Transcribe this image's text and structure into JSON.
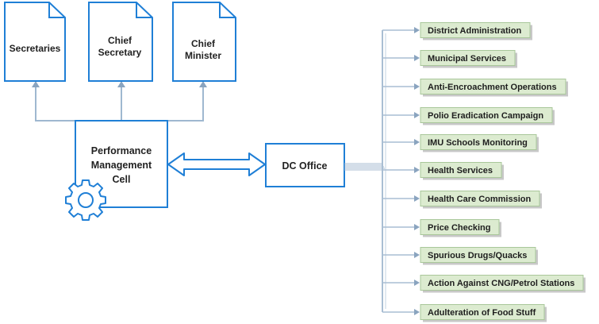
{
  "documents": [
    {
      "lines": [
        "Secretaries"
      ]
    },
    {
      "lines": [
        "Chief",
        "Secretary"
      ]
    },
    {
      "lines": [
        "Chief",
        "Minister"
      ]
    }
  ],
  "pmc": {
    "lines": [
      "Performance",
      "Management",
      "Cell"
    ]
  },
  "dc_office": {
    "label": "DC Office"
  },
  "items": [
    "District Administration",
    "Municipal Services",
    "Anti-Encroachment Operations",
    "Polio Eradication Campaign",
    "IMU Schools Monitoring",
    "Health Services",
    "Health Care Commission",
    "Price Checking",
    "Spurious Drugs/Quacks",
    "Action Against CNG/Petrol Stations",
    "Adulteration of Food Stuff"
  ],
  "icons": {
    "gear": "gear-icon",
    "double_arrow": "double-arrow-icon"
  },
  "colors": {
    "stroke": "#1f7fd6",
    "connector": "#9fb8d0",
    "item_fill": "#dcebd0",
    "item_stroke": "#a9c79a",
    "item_shadow": "#c8c8c8"
  }
}
